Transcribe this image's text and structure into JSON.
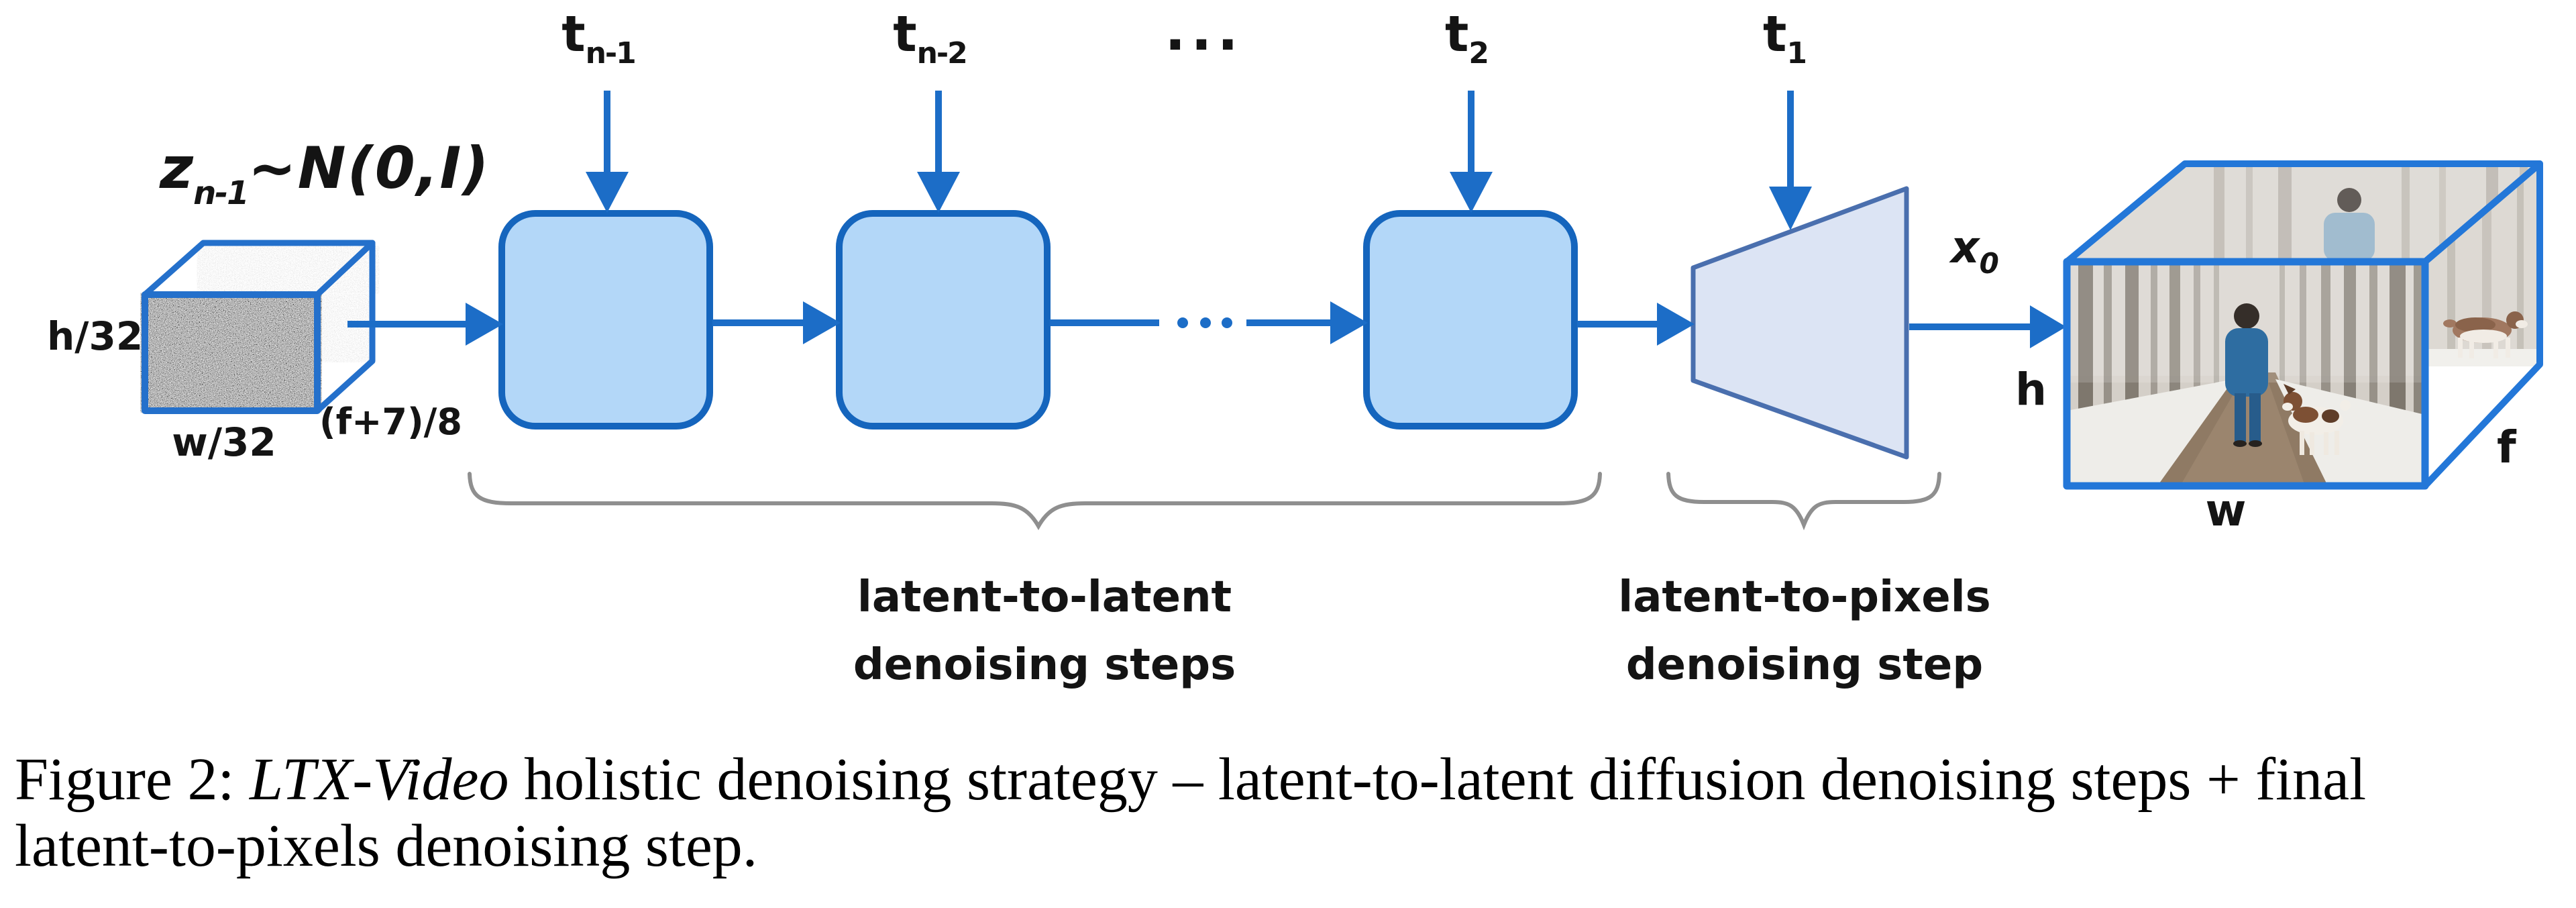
{
  "figure": {
    "caption": {
      "line1_prefix": "Figure 2: ",
      "line1_italic": "LTX-Video",
      "line1_rest": " holistic denoising strategy – latent-to-latent diffusion denoising steps + final",
      "line2": "latent-to-pixels denoising step."
    },
    "diagram": {
      "noise_input": {
        "var_base": "z",
        "var_sub": "n-1",
        "distribution": "~N(0,I)",
        "height_label": "h/32",
        "width_label": "w/32",
        "depth_label": "(f+7)/8"
      },
      "timesteps": {
        "t_n1": {
          "base": "t",
          "sub": "n-1"
        },
        "t_n2": {
          "base": "t",
          "sub": "n-2"
        },
        "t_2": {
          "base": "t",
          "sub": "2"
        },
        "t_1": {
          "base": "t",
          "sub": "1"
        }
      },
      "ellipsis": "...",
      "output": {
        "var_base": "x",
        "var_sub": "0",
        "height_label": "h",
        "width_label": "w",
        "frames_label": "f"
      },
      "brace_latent_to_latent": {
        "line1": "latent-to-latent",
        "line2": "denoising steps"
      },
      "brace_latent_to_pixels": {
        "line1": "latent-to-pixels",
        "line2": "denoising step"
      },
      "colors": {
        "arrow_blue": "#1c6dc7",
        "box_fill": "#b3d7f8",
        "box_border": "#1565bd",
        "decoder_fill": "#dce4f4",
        "decoder_border": "#4a6fae",
        "cube_border": "#2377d8",
        "brace_gray": "#8f8f8f"
      }
    }
  }
}
